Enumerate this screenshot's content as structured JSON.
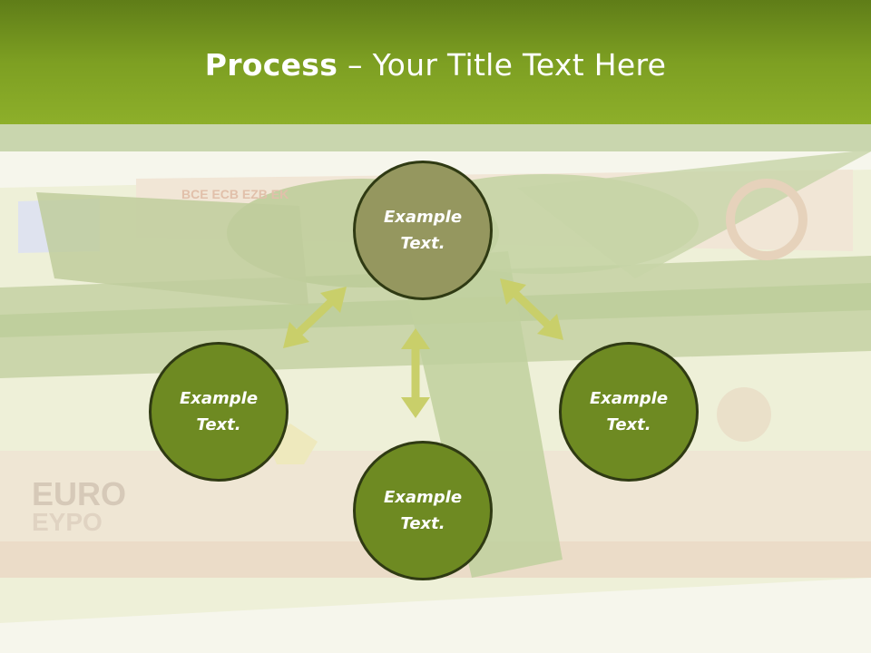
{
  "title": {
    "bold_part": "Process",
    "separator": " – ",
    "rest": "Your Title Text Here"
  },
  "background_photo": {
    "banknote_texts": [
      "BCE ECB EZB EK",
      "EURO",
      "EYPO"
    ]
  },
  "diagram": {
    "nodes": [
      {
        "id": "top",
        "label": "Example\nText."
      },
      {
        "id": "left",
        "label": "Example\nText."
      },
      {
        "id": "right",
        "label": "Example\nText."
      },
      {
        "id": "bottom",
        "label": "Example\nText."
      }
    ],
    "colors": {
      "top_node": "#95975f",
      "node": "#6e8a22",
      "node_border": "#2f3a13",
      "arrow": "#c9cf6a",
      "title_band": "#7d9f22"
    }
  }
}
